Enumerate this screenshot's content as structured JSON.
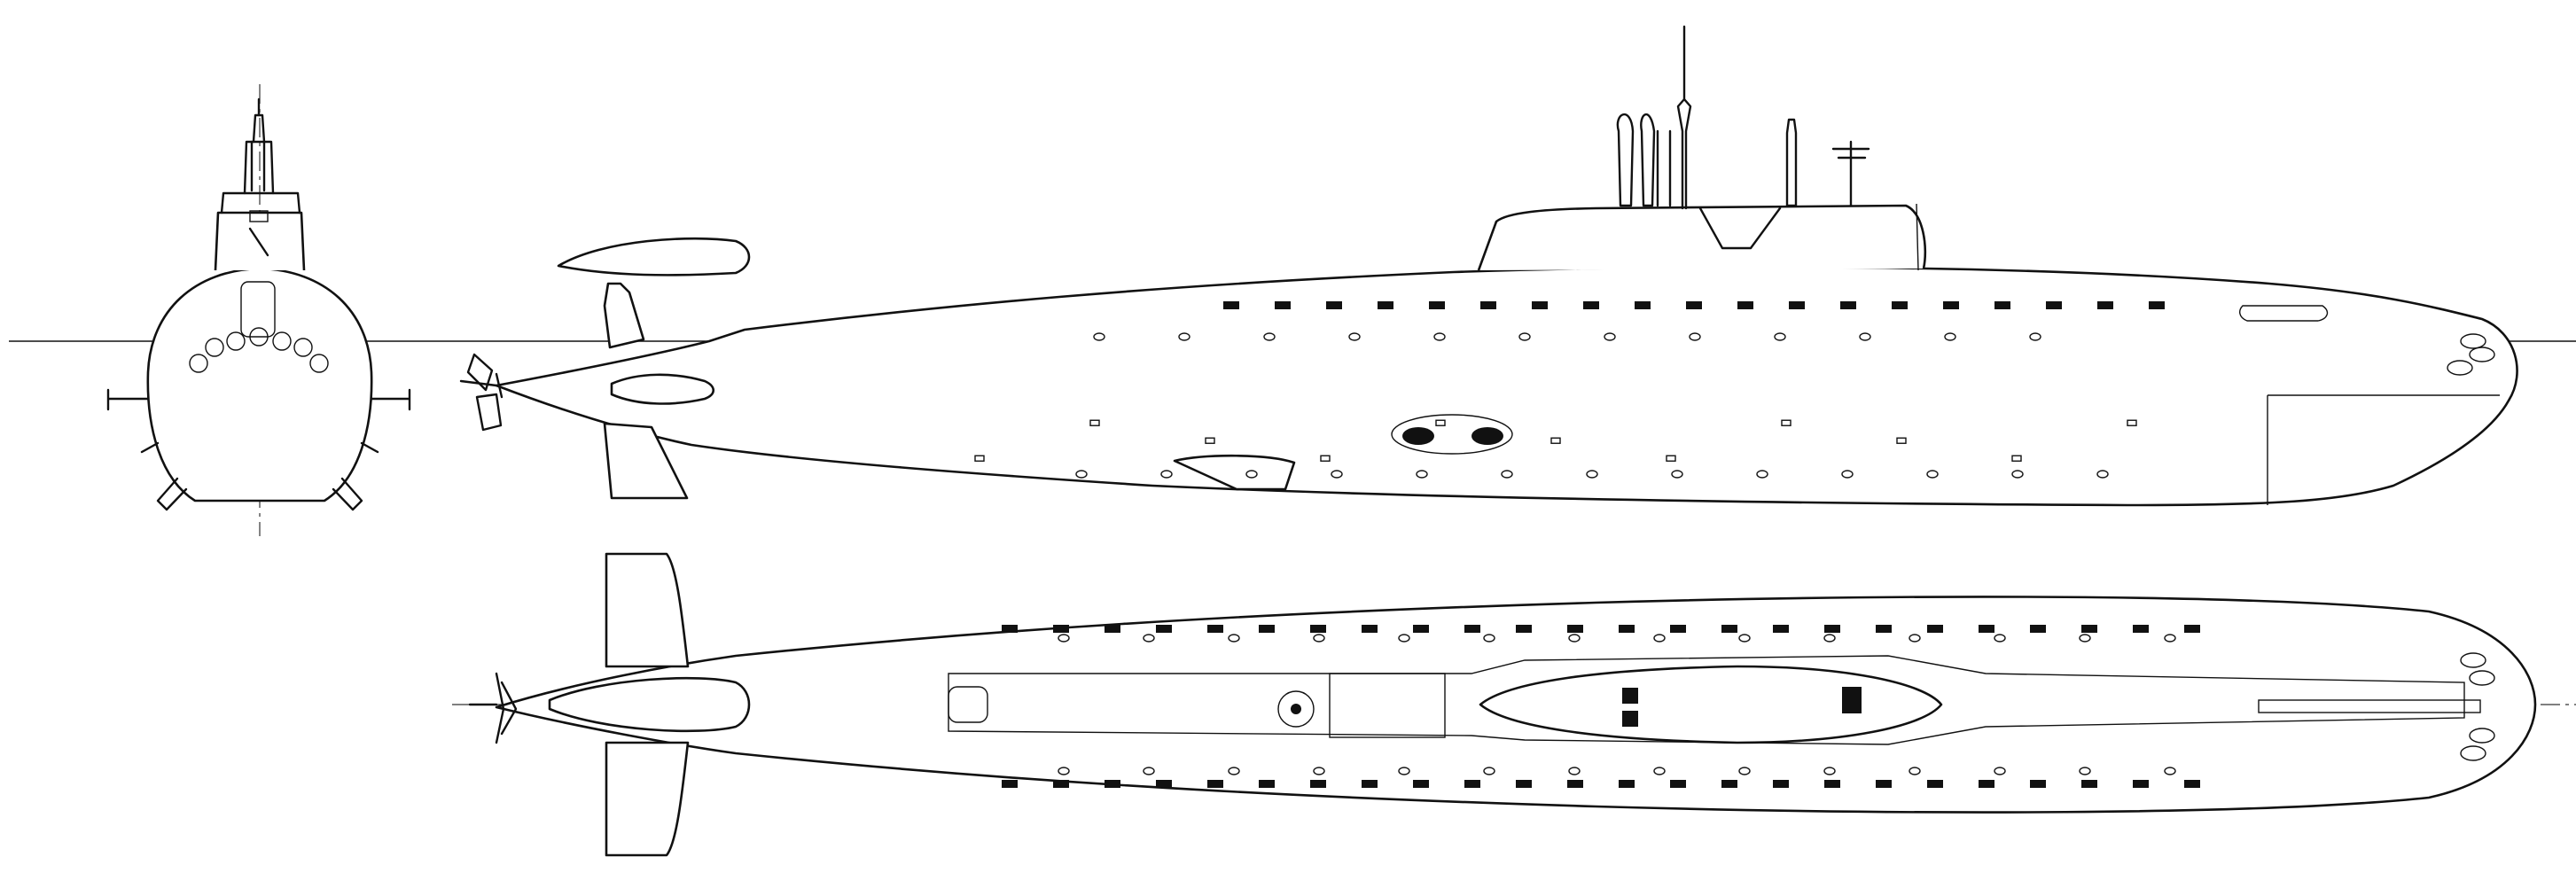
{
  "drawing": {
    "subject": "submarine",
    "views": [
      "bow-view",
      "side-profile",
      "top-plan"
    ],
    "colors": {
      "line": "#111111",
      "background": "#ffffff"
    }
  }
}
